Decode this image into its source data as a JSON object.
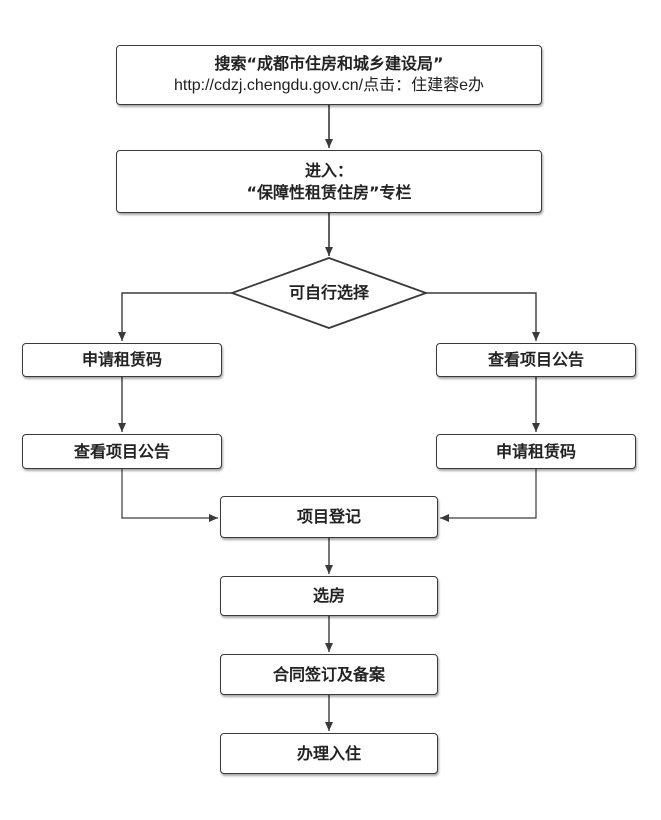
{
  "flowchart": {
    "search_box": {
      "line1": "搜索“成都市住房和城乡建设局”",
      "line2": "http://cdzj.chengdu.gov.cn/点击：住建蓉e办"
    },
    "enter_box": {
      "line1": "进入：",
      "line2": "“保障性租赁住房”专栏"
    },
    "decision": "可自行选择",
    "left_branch": {
      "step1": "申请租赁码",
      "step2": "查看项目公告"
    },
    "right_branch": {
      "step1": "查看项目公告",
      "step2": "申请租赁码"
    },
    "project_register": "项目登记",
    "choose_house": "选房",
    "contract": "合同签订及备案",
    "move_in": "办理入住"
  },
  "colors": {
    "stroke": "#3a3a3a",
    "text": "#222222",
    "background": "#ffffff"
  }
}
